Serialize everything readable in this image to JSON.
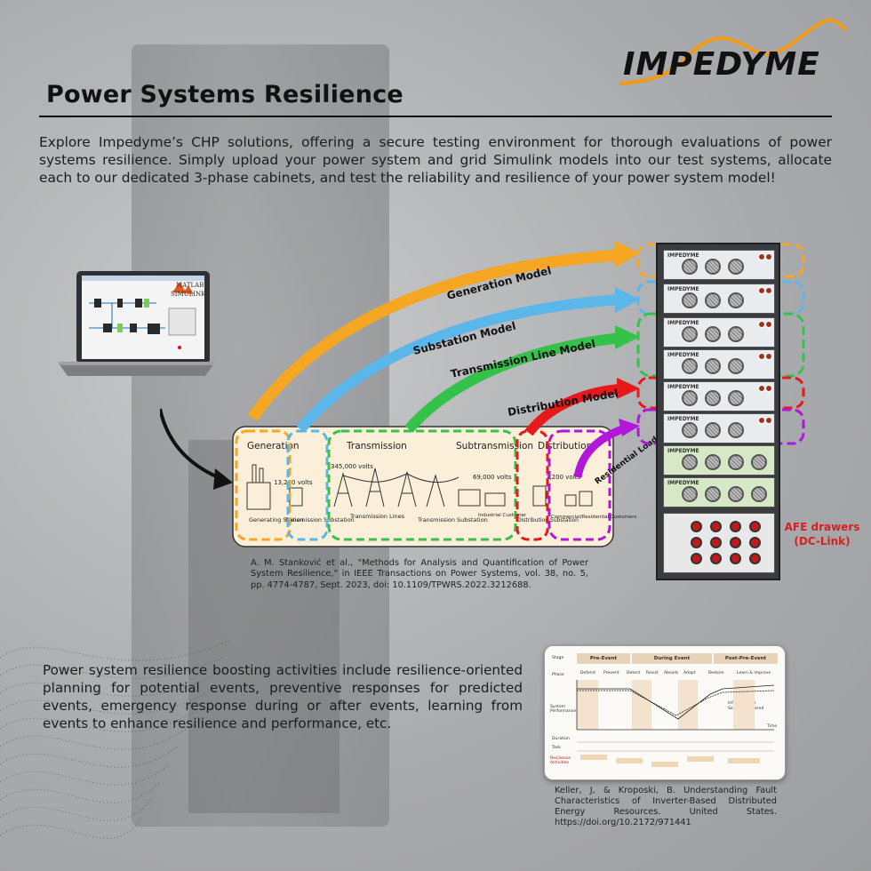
{
  "brand": {
    "logo_text": "IMPEDYME",
    "accent": "#f29a11",
    "dark": "#111111"
  },
  "title": "Power Systems Resilience",
  "intro": "Explore Impedyme’s CHP solutions, offering a secure testing environment for thorough evaluations of power systems resilience. Simply upload your power system and grid Simulink models into our test systems, allocate each to our dedicated 3-phase cabinets, and test the reliability and resilience of your power system model!",
  "laptop": {
    "matlab_label": "MATLAB",
    "simulink_label": "SIMULINK"
  },
  "models": [
    {
      "label": "Generation Model",
      "color": "#f5a623"
    },
    {
      "label": "Substation  Model",
      "color": "#5bb7ea"
    },
    {
      "label": "Transmission Line Model",
      "color": "#35c24a"
    },
    {
      "label": "Distribution Model",
      "color": "#e8191a"
    },
    {
      "label": "Residential Load Model",
      "color": "#b117d8"
    }
  ],
  "grid": {
    "sections": [
      "Generation",
      "Transmission",
      "Subtransmission",
      "Distribution"
    ],
    "voltages": [
      "13,200 volts",
      "345,000 volts",
      "69,000 volts",
      "7,200 volts"
    ],
    "labels": [
      "Generating Station",
      "Transmission Substation",
      "Transmission Lines",
      "Transmission Substation",
      "Industrial Customer",
      "Distribution Substation",
      "Commercial/Residential Customers"
    ]
  },
  "cabinet": {
    "drawer_brand": "IMPEDYME",
    "afe_line1": "AFE drawers",
    "afe_line2": "(DC-Link)"
  },
  "citation1": "A. M. Stanković et al., \"Methods for Analysis and Quantification of Power System Resilience,\" in IEEE Transactions on Power Systems, vol. 38, no. 5, pp. 4774-4787, Sept. 2023, doi: 10.1109/TPWRS.2022.3212688.",
  "para2": "Power system resilience boosting activities include resilience-oriented planning for potential events, preventive responses for predicted events, emergency response during or after events, learning from events to enhance resilience and performance, etc.",
  "figure2": {
    "phases": [
      "Pre-Event",
      "During Event",
      "Post-Pre-Event"
    ],
    "stage_label": "Stage",
    "phase_label": "Phase",
    "steps": [
      "Defend",
      "Prevent",
      "Detect",
      "Resist",
      "Absorb",
      "Adapt",
      "Restore",
      "Learn & Improve"
    ],
    "y_axis": "System Performance",
    "x_axis": "Time",
    "legend": [
      "Infrastructure",
      "Service Delivered"
    ],
    "rows": [
      "Duration",
      "Task",
      "Resilience Activities"
    ]
  },
  "citation2": "Keller, J, & Kroposki, B. Understanding Fault Characteristics of Inverter-Based Distributed Energy Resources. United States. https://doi.org/10.2172/971441"
}
